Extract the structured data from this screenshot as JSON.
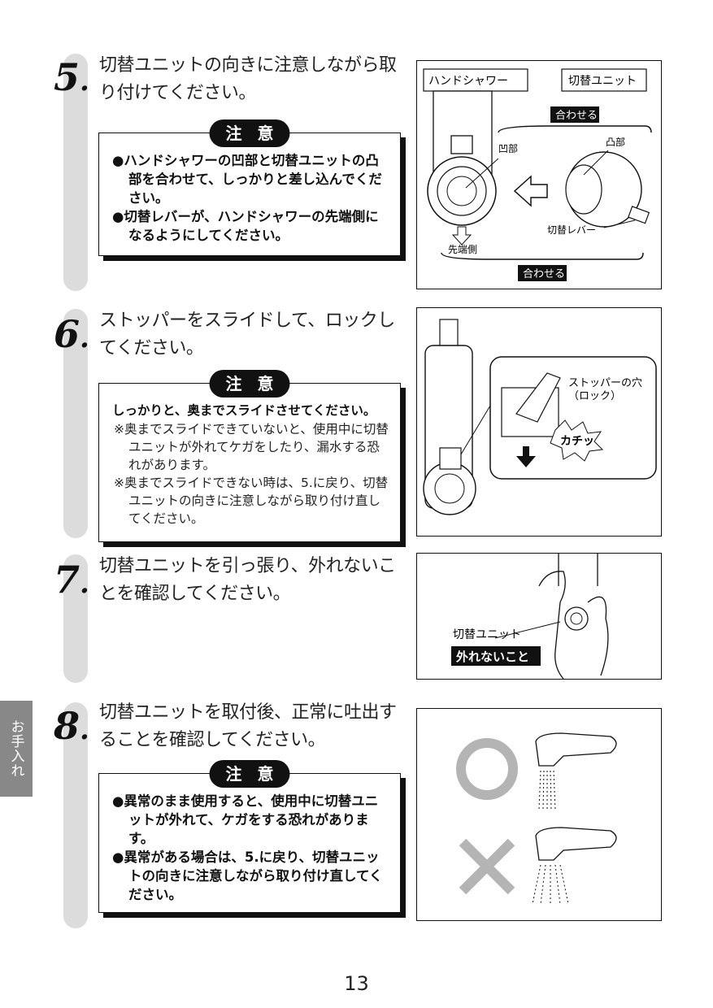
{
  "side_tab": "お手入れ",
  "page_number": "13",
  "steps": [
    {
      "number": "5",
      "title": "切替ユニットの向きに注意しながら取り付けてください。",
      "caution_label": "注 意",
      "caution_lines": [
        "●ハンドシャワーの凹部と切替ユニットの凸部を合わせて、しっかりと差し込んでください。",
        "●切替レバーが、ハンドシャワーの先端側になるようにしてください。"
      ],
      "figure": {
        "label_hand_shower": "ハンドシャワー",
        "label_switch_unit": "切替ユニット",
        "label_align_top": "合わせる",
        "label_concave": "凹部",
        "label_convex": "凸部",
        "label_lever": "切替レバー",
        "label_tip_side": "先端側",
        "label_align_bottom": "合わせる"
      }
    },
    {
      "number": "6",
      "title": "ストッパーをスライドして、ロックしてください。",
      "caution_label": "注 意",
      "caution_lead": "しっかりと、奥までスライドさせてください。",
      "caution_notes": [
        "※奥までスライドできていないと、使用中に切替ユニットが外れてケガをしたり、漏水する恐れがあります。",
        "※奥までスライドできない時は、5.に戻り、切替ユニットの向きに注意しながら取り付け直してください。"
      ],
      "figure": {
        "label_stopper_hole": "ストッパーの穴",
        "label_lock": "（ロック）",
        "label_click": "カチッ"
      }
    },
    {
      "number": "7",
      "title": "切替ユニットを引っ張り、外れないことを確認してください。",
      "figure": {
        "label_switch_unit": "切替ユニット",
        "label_not_detach": "外れないこと"
      }
    },
    {
      "number": "8",
      "title": "切替ユニットを取付後、正常に吐出することを確認してください。",
      "caution_label": "注 意",
      "caution_lines": [
        "●異常のまま使用すると、使用中に切替ユニットが外れて、ケガをする恐れがあります。",
        "●異常がある場合は、5.に戻り、切替ユニットの向きに注意しながら取り付け直してください。"
      ],
      "figure": {
        "ok_symbol": "circle",
        "ng_symbol": "cross",
        "symbol_color": "#b4b4b4"
      }
    }
  ]
}
